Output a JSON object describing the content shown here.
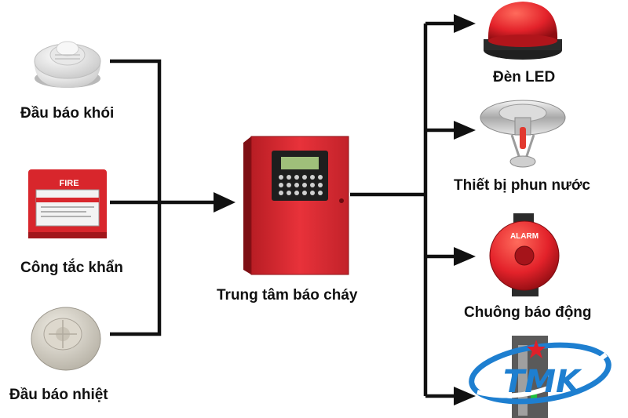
{
  "inputs": [
    {
      "label": "Đầu báo khói",
      "icon": "smoke-detector-icon"
    },
    {
      "label": "Công tắc khẩn",
      "icon": "manual-call-point-icon",
      "device_text": "FIRE"
    },
    {
      "label": "Đầu báo nhiệt",
      "icon": "heat-detector-icon"
    }
  ],
  "center": {
    "label": "Trung tâm báo cháy",
    "icon": "fire-alarm-control-panel-icon"
  },
  "outputs": [
    {
      "label": "Đèn LED",
      "icon": "red-beacon-light-icon"
    },
    {
      "label": "Thiết bị phun nước",
      "icon": "sprinkler-head-icon"
    },
    {
      "label": "Chuông báo động",
      "icon": "alarm-bell-icon",
      "device_text": "ALARM"
    },
    {
      "label": "",
      "icon": "extinguisher-device-icon"
    }
  ],
  "logo": {
    "text": "TMK",
    "icon": "tmk-logo-icon"
  },
  "colors": {
    "line": "#111111",
    "device_red": "#d8262c",
    "logo_blue": "#1e7fd0"
  }
}
